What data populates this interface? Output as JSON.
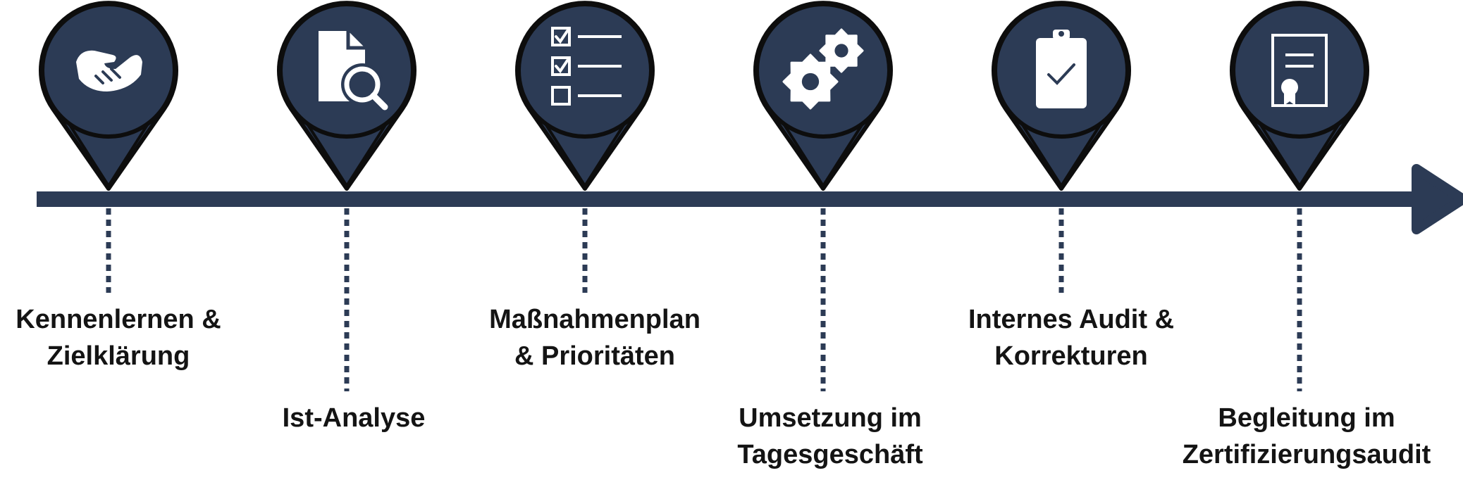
{
  "colors": {
    "navy": "#2c3b55",
    "outline": "#0d0d0d",
    "icon": "#ffffff",
    "text": "#141414"
  },
  "steps": [
    {
      "id": "kennenlernen",
      "icon": "handshake-icon",
      "label_lines": [
        "Kennenlernen &",
        "Zielklärung"
      ],
      "label_position": "upper"
    },
    {
      "id": "ist-analyse",
      "icon": "document-search-icon",
      "label_lines": [
        "Ist-Analyse"
      ],
      "label_position": "lower"
    },
    {
      "id": "massnahmenplan",
      "icon": "checklist-icon",
      "label_lines": [
        "Maßnahmenplan",
        "& Prioritäten"
      ],
      "label_position": "upper"
    },
    {
      "id": "umsetzung",
      "icon": "gears-icon",
      "label_lines": [
        "Umsetzung im",
        "Tagesgeschäft"
      ],
      "label_position": "lower"
    },
    {
      "id": "internes-audit",
      "icon": "clipboard-check-icon",
      "label_lines": [
        "Internes Audit &",
        "Korrekturen"
      ],
      "label_position": "upper"
    },
    {
      "id": "zertifizierung",
      "icon": "certificate-icon",
      "label_lines": [
        "Begleitung im",
        "Zertifizierungsaudit"
      ],
      "label_position": "lower"
    }
  ]
}
